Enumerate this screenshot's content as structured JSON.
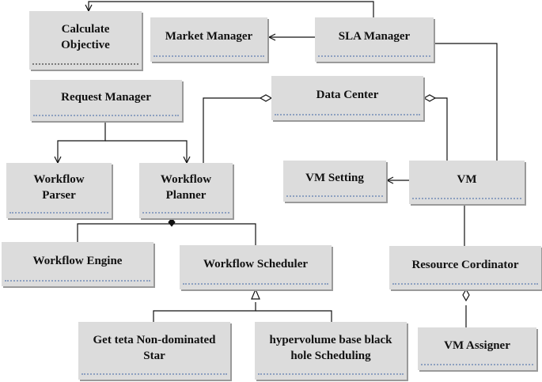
{
  "boxes": {
    "calculate_objective": "Calculate\nObjective",
    "market_manager": "Market Manager",
    "sla_manager": "SLA Manager",
    "request_manager": "Request Manager",
    "data_center": "Data Center",
    "workflow_parser": "Workflow\nParser",
    "workflow_planner": "Workflow\nPlanner",
    "vm_setting": "VM Setting",
    "vm": "VM",
    "workflow_engine": "Workflow Engine",
    "workflow_scheduler": "Workflow Scheduler",
    "resource_cordinator": "Resource Cordinator",
    "get_teta": "Get  teta Non-dominated\nStar",
    "hypervolume": "hypervolume base black\nhole Scheduling",
    "vm_assigner": "VM Assigner"
  },
  "colors": {
    "box_fill": "#dcdcdc",
    "shadow": "#9a9a9a",
    "separator": "#8da0c0",
    "line": "#111111"
  }
}
